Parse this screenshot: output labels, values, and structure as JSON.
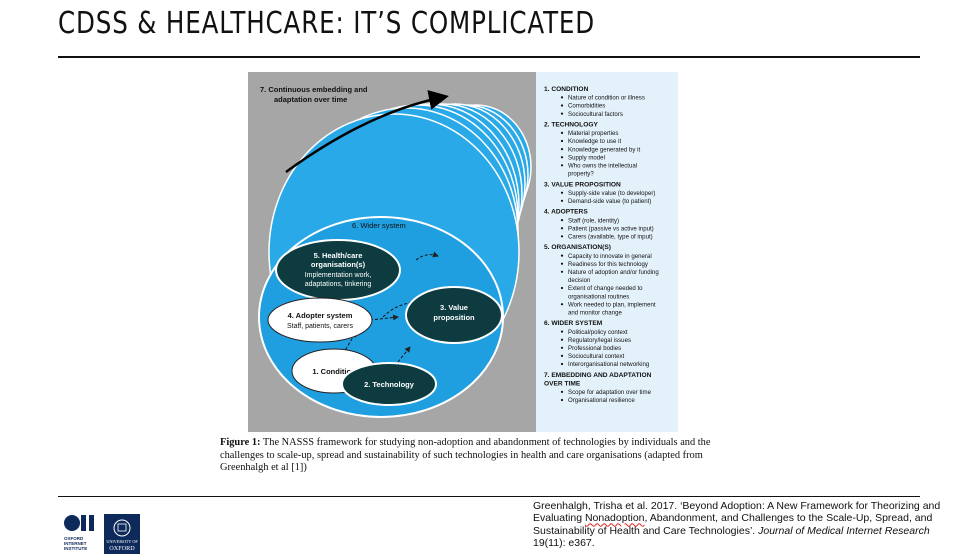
{
  "title": "CDSS & HEALTHCARE: IT’S COMPLICATED",
  "diagram": {
    "embedding_label_1": "7.  Continuous embedding and",
    "embedding_label_2": "adaptation over time",
    "wider_system": "6. Wider system",
    "health_org_title_1": "5. Health/care",
    "health_org_title_2": "organisation(s)",
    "health_org_sub_1": "Implementation work,",
    "health_org_sub_2": "adaptations, tinkering",
    "adopter_title": "4. Adopter system",
    "adopter_sub": "Staff, patients, carers",
    "value_1": "3. Value",
    "value_2": "proposition",
    "condition": "1. Condition",
    "technology": "2. Technology"
  },
  "panel": [
    {
      "heading": "1.  CONDITION",
      "items": [
        "Nature of condition or illness",
        "Comorbidities",
        "Sociocultural factors"
      ]
    },
    {
      "heading": "2.  TECHNOLOGY",
      "items": [
        "Material properties",
        "Knowledge to use it",
        "Knowledge generated by it",
        "Supply model",
        "Who owns the intellectual",
        "property?"
      ]
    },
    {
      "heading": "3.  VALUE PROPOSITION",
      "items": [
        "Supply-side value (to developer)",
        "Demand-side value (to patient)"
      ]
    },
    {
      "heading": "4.  ADOPTERS",
      "items": [
        "Staff (role, identity)",
        "Patient (passive vs active input)",
        "Carers (available, type of input)"
      ]
    },
    {
      "heading": "5.  ORGANISATION(S)",
      "items": [
        "Capacity to innovate in general",
        "Readiness for this technology",
        "Nature of adoption and/or funding",
        "decision",
        "Extent of change needed to",
        "organisational routines",
        "Work needed to plan, implement",
        "and monitor change"
      ]
    },
    {
      "heading": "6.  WIDER SYSTEM",
      "items": [
        "Political/policy context",
        "Regulatory/legal issues",
        "Professional bodies",
        "Sociocultural context",
        "Interorganisational networking"
      ]
    },
    {
      "heading": "7.  EMBEDDING AND ADAPTATION",
      "heading2": "OVER TIME",
      "items": [
        "Scope for adaptation over time",
        "Organisational resilience"
      ]
    }
  ],
  "caption": {
    "label": "Figure 1:",
    "text": " The NASSS framework for studying non-adoption and abandonment of technologies by individuals and the challenges to scale-up, spread and sustainability of such technologies in health and care organisations (adapted from Greenhalgh et al [1])"
  },
  "citation": {
    "part1": "Greenhalgh, Trisha et al. 2017. ‘Beyond Adoption: A New Framework for Theorizing and Evaluating ",
    "squiggle": "Nonadoption",
    "part2": ", Abandonment, and Challenges to the Scale-Up, Spread, and Sustainability of Health and Care Technologies’. ",
    "journal": "Journal of Medical Internet Research",
    "part3": " 19(11): e367."
  },
  "logos": {
    "oii_small_1": "OXFORD",
    "oii_small_2": "INTERNET",
    "oii_small_3": "INSTITUTE",
    "oxford_1": "UNIVERSITY OF",
    "oxford_2": "OXFORD"
  },
  "colors": {
    "sky_blue": "#1f9ee0",
    "bright_blue": "#2aa9e8",
    "dark_teal": "#0d3b40",
    "grey_bg": "#a6a6a6",
    "panel_bg": "#e3f1fa",
    "oxford_navy": "#0d2a5a"
  }
}
